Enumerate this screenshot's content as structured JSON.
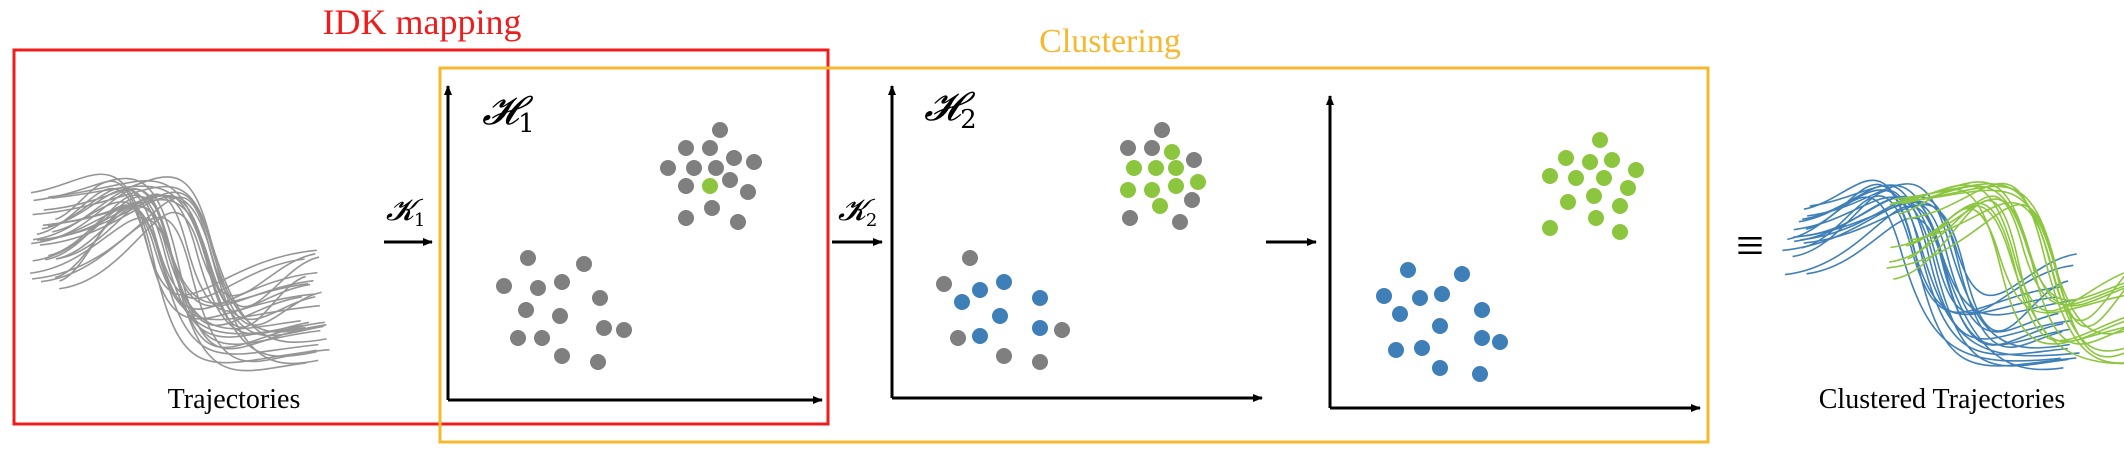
{
  "labels": {
    "idk_mapping": "IDK mapping",
    "clustering": "Clustering",
    "trajectories": "Trajectories",
    "clustered_trajectories": "Clustered Trajectories",
    "h1_symbol": "𝓗",
    "h1_sub": "1",
    "h2_symbol": "𝓗",
    "h2_sub": "2",
    "k1_symbol": "𝓚",
    "k1_sub": "1",
    "k2_symbol": "𝓚",
    "k2_sub": "2",
    "equiv": "≡"
  },
  "colors": {
    "idk_box": "#ee1c1c",
    "clustering_box": "#f5b82e",
    "gray_point": "#7f7f7f",
    "blue_point": "#3f7fb8",
    "green_point": "#8cc63f",
    "trajectory_gray": "#8a8a8a",
    "trajectory_blue": "#3f7fb8",
    "trajectory_green": "#8cc63f"
  },
  "icons": {
    "arrow": "right-arrow-icon",
    "equivalence": "equivalence-icon"
  }
}
